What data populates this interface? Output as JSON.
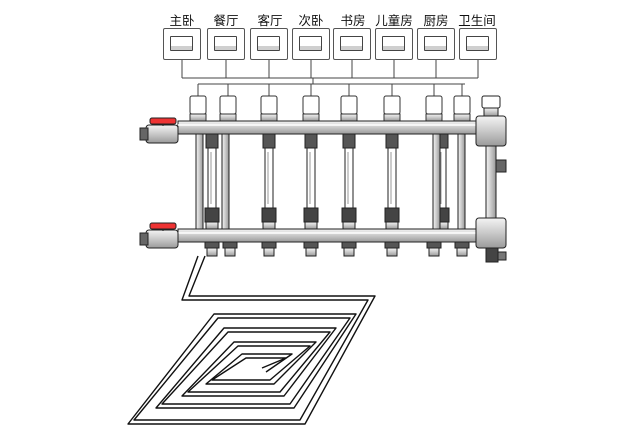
{
  "rooms": [
    {
      "label": "主卧"
    },
    {
      "label": "餐厅"
    },
    {
      "label": "客厅"
    },
    {
      "label": "次卧"
    },
    {
      "label": "书房"
    },
    {
      "label": "儿童房"
    },
    {
      "label": "厨房"
    },
    {
      "label": "卫生间"
    }
  ],
  "colors": {
    "line": "#111111",
    "metal": "#d8d8d8",
    "metal_dark": "#333333"
  }
}
